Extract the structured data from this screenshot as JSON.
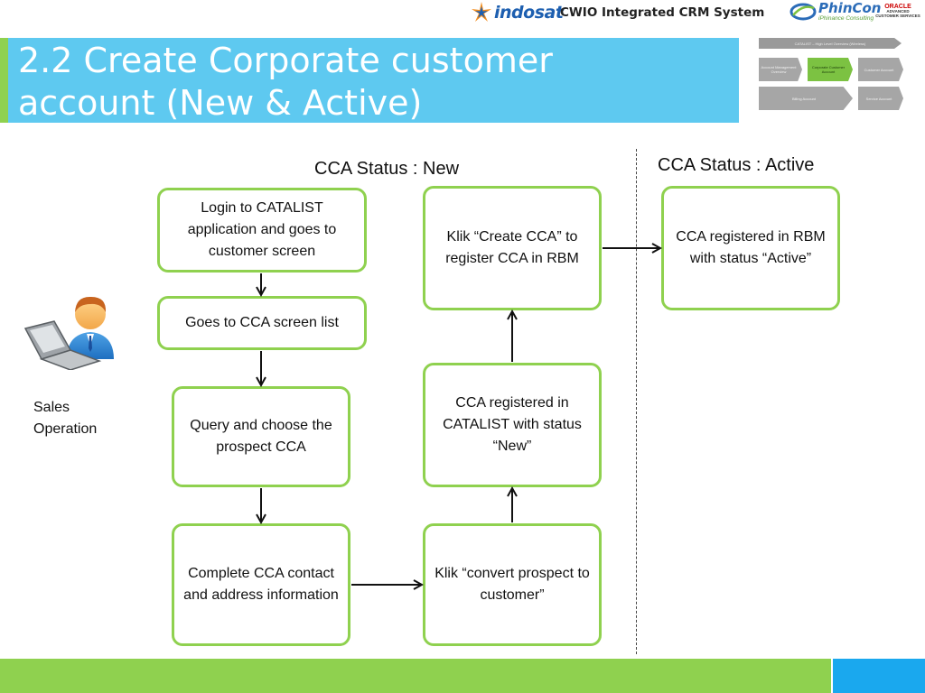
{
  "header": {
    "indosat_logo_text": "indosat",
    "system_title": "CWIO Integrated CRM System",
    "phincon_logo_text": "PhinCon",
    "phincon_logo_sub": "iPhinance Consulting",
    "oracle_logo_text": "ORACLE",
    "oracle_logo_sub": "ADVANCED CUSTOMER SERVICES"
  },
  "slide": {
    "title": "2.2 Create Corporate customer\naccount (New & Active)"
  },
  "mini_map": {
    "top_bar": "CATALIST – High Level Overview (Wireless)",
    "steps": [
      {
        "label": "Account Management Overview",
        "active": false
      },
      {
        "label": "Corporate Customer Account",
        "active": true
      },
      {
        "label": "Customer Account",
        "active": false
      },
      {
        "label": "Billing Account",
        "active": false
      },
      {
        "label": "Service Account",
        "active": false
      }
    ]
  },
  "actor": {
    "label": "Sales\nOperation",
    "icon": "user-at-laptop-icon"
  },
  "sections": {
    "new_heading": "CCA Status : New",
    "active_heading": "CCA Status : Active"
  },
  "steps": {
    "login": "Login to CATALIST application and goes to customer screen",
    "cca_list": "Goes to CCA screen list",
    "query": "Query and choose the prospect CCA",
    "complete": "Complete CCA contact and address information",
    "convert": "Klik “convert prospect to customer”",
    "registered_new": "CCA registered in CATALIST with status “New”",
    "create_cca": "Klik “Create CCA” to register CCA in RBM",
    "registered_active": "CCA registered in RBM with status “Active”"
  },
  "colors": {
    "title_band": "#5ec9f0",
    "box_border": "#8fd14f",
    "footer_green": "#8fd14f",
    "footer_blue": "#1aa8ee"
  }
}
